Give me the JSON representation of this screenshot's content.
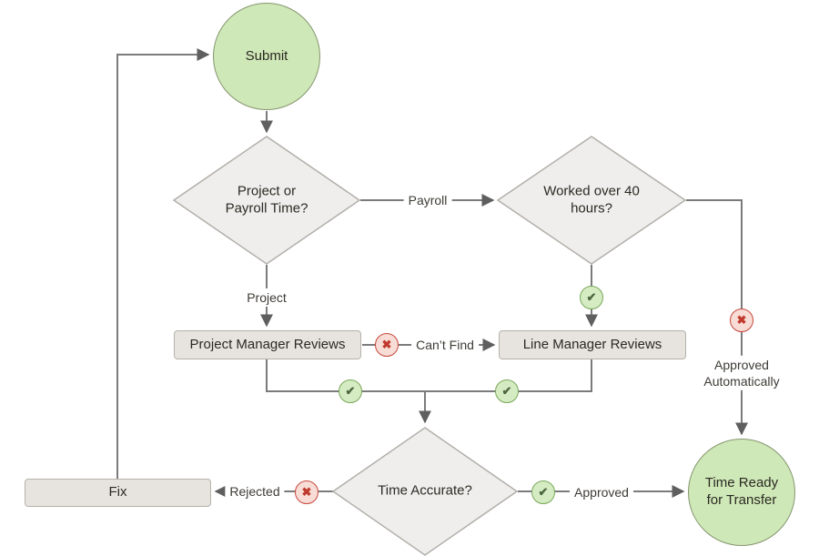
{
  "nodes": {
    "submit": {
      "label": "Submit",
      "shape": "circle"
    },
    "project_or_payroll": {
      "label": "Project or Payroll Time?",
      "shape": "diamond"
    },
    "worked_over_40": {
      "label": "Worked over 40 hours?",
      "shape": "diamond"
    },
    "project_manager_reviews": {
      "label": "Project Manager Reviews",
      "shape": "rect"
    },
    "line_manager_reviews": {
      "label": "Line Manager Reviews",
      "shape": "rect"
    },
    "time_accurate": {
      "label": "Time Accurate?",
      "shape": "diamond"
    },
    "fix": {
      "label": "Fix",
      "shape": "rect"
    },
    "time_ready": {
      "label": "Time Ready for Transfer",
      "shape": "circle"
    }
  },
  "edge_labels": {
    "payroll": "Payroll",
    "project": "Project",
    "cant_find": "Can’t Find",
    "approved_automatically": "Approved Automatically",
    "rejected": "Rejected",
    "approved": "Approved"
  },
  "edges": [
    {
      "from": "fix",
      "to": "submit"
    },
    {
      "from": "submit",
      "to": "project_or_payroll"
    },
    {
      "from": "project_or_payroll",
      "to": "worked_over_40",
      "label": "Payroll"
    },
    {
      "from": "project_or_payroll",
      "to": "project_manager_reviews",
      "label": "Project"
    },
    {
      "from": "worked_over_40",
      "to": "line_manager_reviews",
      "icon": "success"
    },
    {
      "from": "project_manager_reviews",
      "to": "line_manager_reviews",
      "label": "Can’t Find",
      "icon": "error"
    },
    {
      "from": "worked_over_40",
      "to": "time_ready",
      "label": "Approved Automatically",
      "icon": "error"
    },
    {
      "from": "project_manager_reviews",
      "to": "time_accurate",
      "icon": "success"
    },
    {
      "from": "line_manager_reviews",
      "to": "time_accurate",
      "icon": "success"
    },
    {
      "from": "time_accurate",
      "to": "fix",
      "label": "Rejected",
      "icon": "error"
    },
    {
      "from": "time_accurate",
      "to": "time_ready",
      "label": "Approved",
      "icon": "success"
    }
  ],
  "icons": {
    "success_glyph": "✔",
    "error_glyph": "✖"
  },
  "colors": {
    "background": "#ffffff",
    "circle_fill": "#cfe8b8",
    "circle_border": "#85966f",
    "diamond_fill": "#efeeec",
    "diamond_border": "#b2afa9",
    "rect_fill": "#e7e4df",
    "rect_border": "#b5b2aa",
    "connector": "#7b7b7b",
    "success_fill": "#d5ecc2",
    "success_border": "#79a75b",
    "success_mark": "#4c6740",
    "error_fill": "#f8dcd6",
    "error_border": "#c5483c",
    "error_mark": "#c03a2e",
    "text": "#2b2922"
  }
}
